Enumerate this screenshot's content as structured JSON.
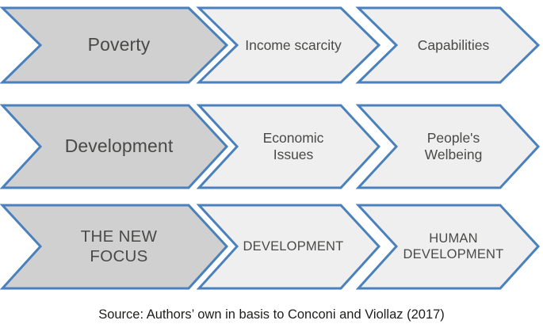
{
  "diagram": {
    "type": "chevron-process-diagram",
    "colors": {
      "border_blue": "#4a81bc",
      "primary_fill": "#d0d0d0",
      "secondary_fill": "#efefef",
      "text_gray": "#494a47",
      "caption_text": "#1d1d1b",
      "background": "#ffffff"
    },
    "rows": [
      {
        "name": "poverty-row",
        "stages": [
          {
            "name": "poverty",
            "label": "Poverty",
            "style": "primary"
          },
          {
            "name": "income-scarcity",
            "label": "Income scarcity",
            "style": "secondary"
          },
          {
            "name": "capabilities",
            "label": "Capabilities",
            "style": "secondary"
          }
        ]
      },
      {
        "name": "development-row",
        "stages": [
          {
            "name": "development",
            "label": "Development",
            "style": "primary"
          },
          {
            "name": "economic-issues",
            "label": "Economic\nIssues",
            "style": "secondary"
          },
          {
            "name": "peoples-welbeing",
            "label": "People's\nWelbeing",
            "style": "secondary"
          }
        ]
      },
      {
        "name": "new-focus-row",
        "stages": [
          {
            "name": "the-new-focus",
            "label": "THE NEW\nFOCUS",
            "style": "primary-caps"
          },
          {
            "name": "development-caps",
            "label": "DEVELOPMENT",
            "style": "secondary-caps"
          },
          {
            "name": "human-development",
            "label": "HUMAN\nDEVELOPMENT",
            "style": "secondary-caps"
          }
        ]
      }
    ]
  },
  "caption": {
    "text": "Source: Authors’ own in basis to Conconi and Viollaz (2017)"
  }
}
